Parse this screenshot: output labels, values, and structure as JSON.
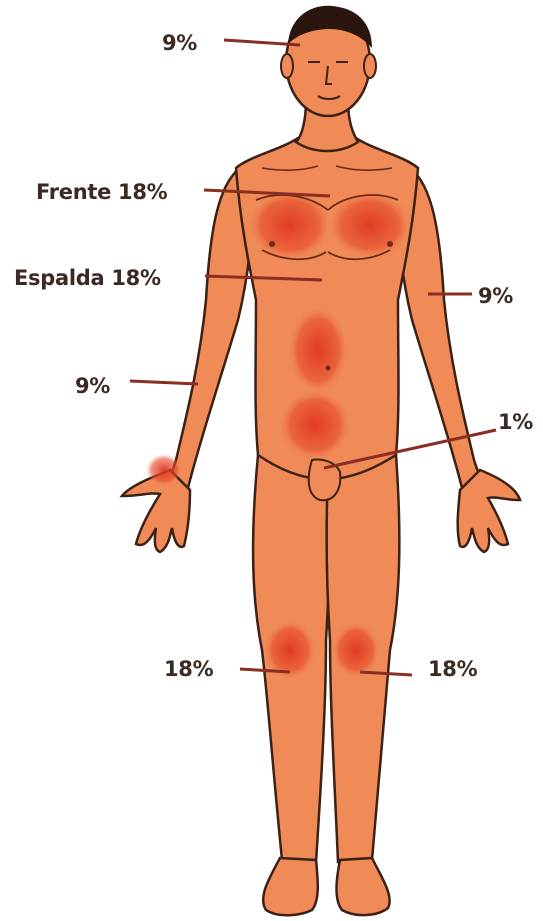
{
  "labels": {
    "head": "9%",
    "trunk_front": "Frente 18%",
    "trunk_back": "Espalda 18%",
    "right_arm": "9%",
    "left_arm": "9%",
    "genitals": "1%",
    "left_leg": "18%",
    "right_leg": "18%"
  },
  "colors": {
    "skin": "#f08a56",
    "burn": "#e0361f",
    "outline": "#3b2116",
    "leader": "#8a2d22",
    "hair": "#2a160e"
  }
}
